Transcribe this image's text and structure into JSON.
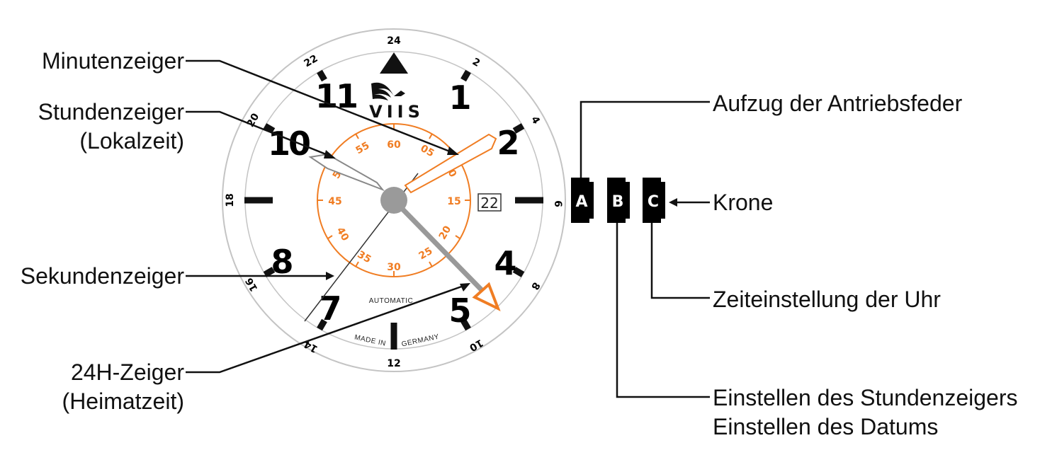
{
  "labels": {
    "minute_hand": "Minutenzeiger",
    "hour_hand_line1": "Stundenzeiger",
    "hour_hand_line2": "(Lokalzeit)",
    "second_hand": "Sekundenzeiger",
    "gmt_hand_line1": "24H-Zeiger",
    "gmt_hand_line2": "(Heimatzeit)",
    "winding": "Aufzug der Antriebsfeder",
    "crown": "Krone",
    "time_setting": "Zeiteinstellung der Uhr",
    "set_hour_hand": "Einstellen des Stundenzeigers",
    "set_date": "Einstellen des Datums"
  },
  "crown_positions": [
    "A",
    "B",
    "C"
  ],
  "dial": {
    "brand": "VIIS",
    "automatic": "AUTOMATIC",
    "made_in": "MADE IN",
    "germany": "GERMANY",
    "date": "22",
    "hour_numerals": [
      "1",
      "2",
      "4",
      "5",
      "7",
      "8",
      "10",
      "11"
    ],
    "bezel_numbers": [
      "24",
      "2",
      "4",
      "6",
      "8",
      "10",
      "12",
      "14",
      "16",
      "18",
      "20",
      "22"
    ],
    "minute_numbers": [
      "60",
      "05",
      "10",
      "15",
      "20",
      "25",
      "30",
      "35",
      "40",
      "45",
      "50",
      "55"
    ]
  },
  "colors": {
    "accent": "#f07d23",
    "hands": "#999999",
    "ink": "#111111",
    "bezel": "#bdbdbd"
  }
}
